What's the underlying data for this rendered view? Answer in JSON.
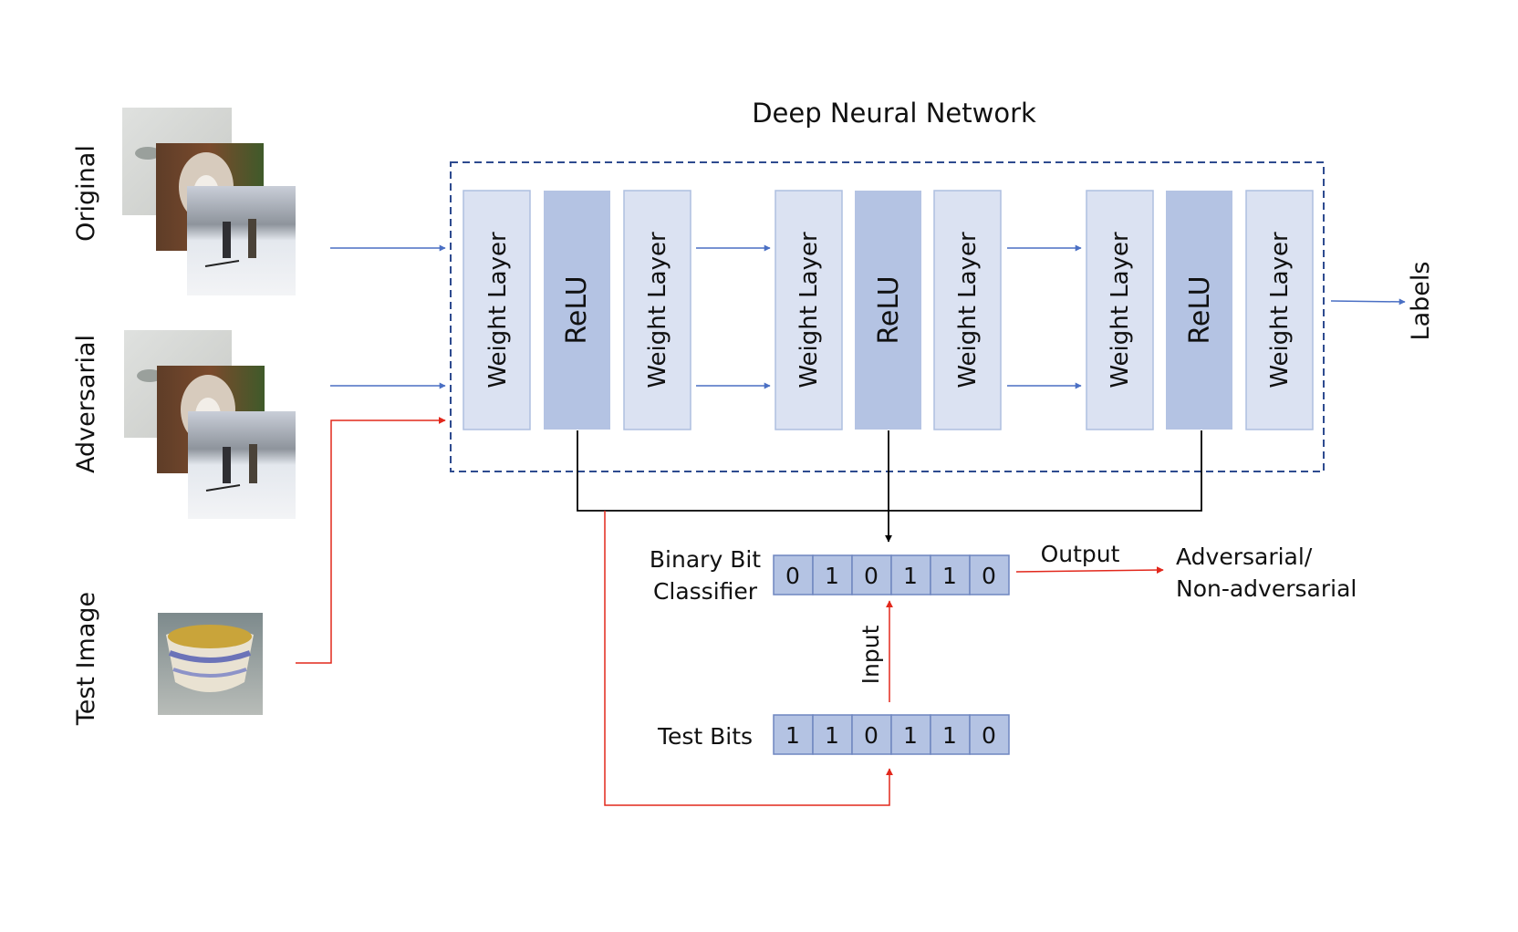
{
  "title": "Deep Neural Network",
  "row_labels": {
    "original": "Original",
    "adversarial": "Adversarial",
    "test_image": "Test Image"
  },
  "network": {
    "blocks": [
      {
        "layers": [
          "Weight Layer",
          "ReLU",
          "Weight Layer"
        ]
      },
      {
        "layers": [
          "Weight Layer",
          "ReLU",
          "Weight Layer"
        ]
      },
      {
        "layers": [
          "Weight Layer",
          "ReLU",
          "Weight Layer"
        ]
      }
    ],
    "output_label": "Labels"
  },
  "classifier": {
    "label_line1": "Binary Bit",
    "label_line2": "Classifier",
    "bits": [
      "0",
      "1",
      "0",
      "1",
      "1",
      "0"
    ],
    "output_edge_label": "Output",
    "result_line1": "Adversarial/",
    "result_line2": "Non-adversarial"
  },
  "test_bits": {
    "label": "Test Bits",
    "bits": [
      "1",
      "1",
      "0",
      "1",
      "1",
      "0"
    ],
    "input_edge_label": "Input"
  },
  "colors": {
    "weight_fill": "#dbe2f2",
    "weight_stroke": "#aebfe0",
    "relu_fill": "#b4c3e3",
    "bit_fill": "#b4c3e3",
    "bit_stroke": "#6f86c0",
    "dashed_box": "#2e4b8f",
    "blue_arrow": "#4a6fc4",
    "red_arrow": "#e2281c",
    "black_line": "#000000"
  }
}
